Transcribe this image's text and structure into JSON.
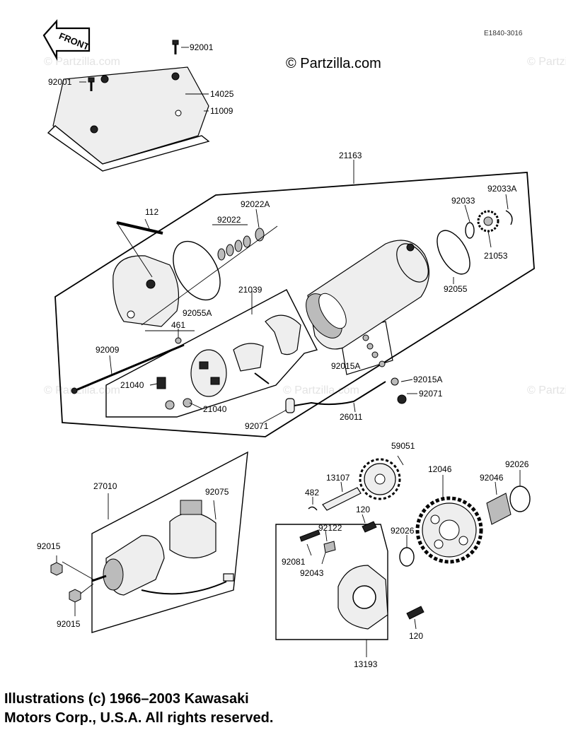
{
  "header": {
    "front_label": "FRONT",
    "copyright": "© Partzilla.com",
    "diagram_code": "E1840-3016"
  },
  "watermark": "© Partzilla.com",
  "callouts": {
    "bolt_92001_top": "92001",
    "bolt_92001_left": "92001",
    "cover_14025": "14025",
    "gasket_11009": "11009",
    "starter_assembly_21163": "21163",
    "bolt_112": "112",
    "washers_92022": "92022",
    "washer_92022A": "92022A",
    "ring_92033": "92033",
    "circlip_92033A": "92033A",
    "gear_21053": "21053",
    "oring_92055": "92055",
    "oring_92055A": "92055A",
    "brush_holder_21039": "21039",
    "item_461": "461",
    "bolt_92009": "92009",
    "nut_92015A_mid": "92015A",
    "nut_92015A_right": "92015A",
    "brush_21040_left": "21040",
    "brush_21040_right": "21040",
    "cap_92071_right": "92071",
    "cap_92071_bottom": "92071",
    "lead_26011": "26011",
    "sprocket_59051": "59051",
    "motor_27010": "27010",
    "damper_92075": "92075",
    "shaft_13107": "13107",
    "clip_482": "482",
    "gear_12046": "12046",
    "bearing_92046": "92046",
    "washer_92026_right": "92026",
    "washer_92026_mid": "92026",
    "bolt_120_top": "120",
    "bolt_120_bottom": "120",
    "pin_92122": "92122",
    "spring_92081": "92081",
    "spacer_92043": "92043",
    "nut_92015_top": "92015",
    "nut_92015_bottom": "92015",
    "clutch_13193": "13193"
  },
  "footer": {
    "line1": "Illustrations (c) 1966–2003 Kawasaki",
    "line2": "Motors Corp., U.S.A.  All rights reserved."
  }
}
